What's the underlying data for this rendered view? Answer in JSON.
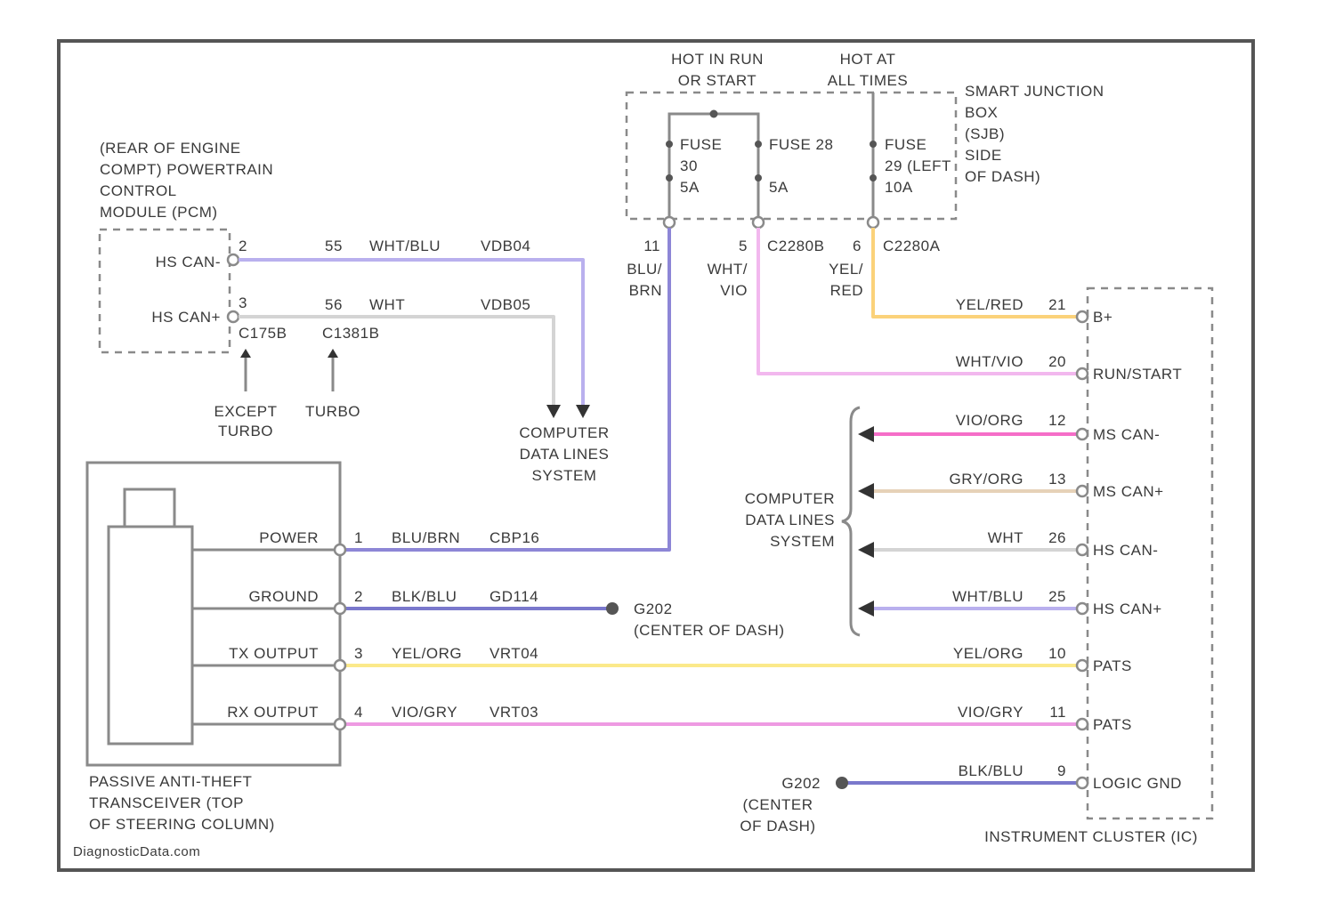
{
  "colors": {
    "purple": "#b9b0ee",
    "lightgray": "#d4d4d4",
    "pink": "#f2b8ee",
    "orange": "#fbd27a",
    "magenta": "#f56ec8",
    "tan": "#e6d2b8",
    "darkpurple": "#8d86d6",
    "yellow": "#fbe98a",
    "violet": "#ee9ae2",
    "navy": "#7a78cc"
  },
  "pcm": {
    "title": [
      "(REAR OF ENGINE",
      "COMPT) POWERTRAIN",
      "CONTROL",
      "MODULE (PCM)"
    ],
    "pins": [
      {
        "name": "HS CAN-",
        "num": "2",
        "cavity": "55",
        "color": "WHT/BLU",
        "circuit": "VDB04"
      },
      {
        "name": "HS CAN+",
        "num": "3",
        "cavity": "56",
        "color": "WHT",
        "circuit": "VDB05"
      }
    ],
    "connectors": [
      "C175B",
      "C1381B"
    ],
    "notes": [
      "EXCEPT",
      "TURBO",
      "TURBO"
    ]
  },
  "data_lines_top": [
    "COMPUTER",
    "DATA LINES",
    "SYSTEM"
  ],
  "fuse_box": {
    "labels_top": [
      "HOT IN RUN",
      "OR START",
      "HOT AT",
      "ALL TIMES"
    ],
    "title": [
      "SMART JUNCTION",
      "BOX",
      "(SJB)",
      "SIDE",
      "OF DASH)"
    ],
    "fuses": [
      {
        "line1": "FUSE",
        "line2": "30",
        "line3": "5A"
      },
      {
        "line1": "FUSE 28",
        "line2": "5A",
        "line3": ""
      },
      {
        "line1": "FUSE",
        "line2": "29 (LEFT",
        "line3": "10A"
      }
    ],
    "outputs": [
      {
        "pin": "11",
        "color1": "BLU/",
        "color2": "BRN"
      },
      {
        "pin": "5",
        "color1": "WHT/",
        "color2": "VIO",
        "connector": "C2280B"
      },
      {
        "pin": "6",
        "color1": "YEL/",
        "color2": "RED",
        "connector": "C2280A"
      }
    ]
  },
  "transceiver": {
    "title": [
      "PASSIVE ANTI-THEFT",
      "TRANSCEIVER (TOP",
      "OF STEERING COLUMN)"
    ],
    "pins": [
      {
        "name": "POWER",
        "num": "1",
        "color": "BLU/BRN",
        "circuit": "CBP16"
      },
      {
        "name": "GROUND",
        "num": "2",
        "color": "BLK/BLU",
        "circuit": "GD114"
      },
      {
        "name": "TX OUTPUT",
        "num": "3",
        "color": "YEL/ORG",
        "circuit": "VRT04"
      },
      {
        "name": "RX OUTPUT",
        "num": "4",
        "color": "VIO/GRY",
        "circuit": "VRT03"
      }
    ]
  },
  "ground_mid": {
    "name": "G202",
    "note": "(CENTER OF DASH)"
  },
  "data_lines_right": [
    "COMPUTER",
    "DATA LINES",
    "SYSTEM"
  ],
  "cluster": {
    "title": "INSTRUMENT CLUSTER (IC)",
    "pins": [
      {
        "name": "B+",
        "num": "21",
        "color": "YEL/RED"
      },
      {
        "name": "RUN/START",
        "num": "20",
        "color": "WHT/VIO"
      },
      {
        "name": "MS CAN-",
        "num": "12",
        "color": "VIO/ORG"
      },
      {
        "name": "MS CAN+",
        "num": "13",
        "color": "GRY/ORG"
      },
      {
        "name": "HS CAN-",
        "num": "26",
        "color": "WHT"
      },
      {
        "name": "HS CAN+",
        "num": "25",
        "color": "WHT/BLU"
      },
      {
        "name": "PATS",
        "num": "10",
        "color": "YEL/ORG"
      },
      {
        "name": "PATS",
        "num": "11",
        "color": "VIO/GRY"
      },
      {
        "name": "LOGIC GND",
        "num": "9",
        "color": "BLK/BLU"
      }
    ]
  },
  "ground_bottom": {
    "name": "G202",
    "note": [
      "(CENTER",
      "OF DASH)"
    ]
  },
  "watermark": "DiagnosticData.com"
}
